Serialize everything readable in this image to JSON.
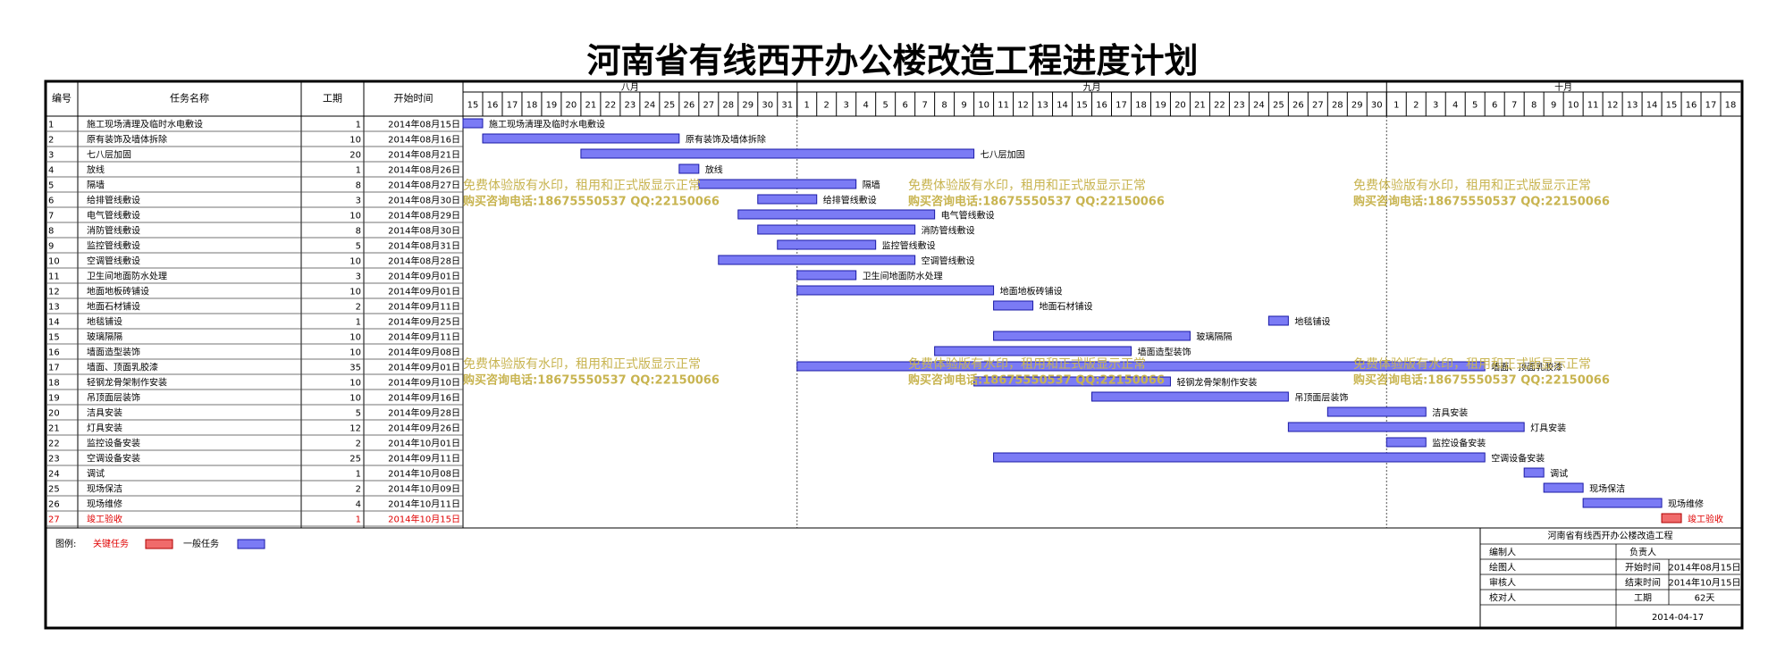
{
  "title": "河南省有线西开办公楼改造工程进度计划",
  "chart_data": {
    "type": "gantt",
    "columns": {
      "id": "编号",
      "name": "任务名称",
      "duration": "工期",
      "start": "开始时间"
    },
    "months": [
      {
        "label": "八月",
        "year": 2014,
        "month": 8,
        "first_day": 15,
        "last_day": 31
      },
      {
        "label": "九月",
        "year": 2014,
        "month": 9,
        "first_day": 1,
        "last_day": 30
      },
      {
        "label": "十月",
        "year": 2014,
        "month": 10,
        "first_day": 1,
        "last_day": 18
      }
    ],
    "tasks": [
      {
        "id": "1",
        "name": "施工现场清理及临时水电敷设",
        "duration": 1,
        "start_label": "2014年08月15日",
        "start": "2014-08-15",
        "critical": false
      },
      {
        "id": "2",
        "name": "原有装饰及墙体拆除",
        "duration": 10,
        "start_label": "2014年08月16日",
        "start": "2014-08-16",
        "critical": false
      },
      {
        "id": "3",
        "name": "七八层加固",
        "duration": 20,
        "start_label": "2014年08月21日",
        "start": "2014-08-21",
        "critical": false
      },
      {
        "id": "4",
        "name": "放线",
        "duration": 1,
        "start_label": "2014年08月26日",
        "start": "2014-08-26",
        "critical": false
      },
      {
        "id": "5",
        "name": "隔墙",
        "duration": 8,
        "start_label": "2014年08月27日",
        "start": "2014-08-27",
        "critical": false
      },
      {
        "id": "6",
        "name": "给排管线敷设",
        "duration": 3,
        "start_label": "2014年08月30日",
        "start": "2014-08-30",
        "critical": false
      },
      {
        "id": "7",
        "name": "电气管线敷设",
        "duration": 10,
        "start_label": "2014年08月29日",
        "start": "2014-08-29",
        "critical": false
      },
      {
        "id": "8",
        "name": "消防管线敷设",
        "duration": 8,
        "start_label": "2014年08月30日",
        "start": "2014-08-30",
        "critical": false
      },
      {
        "id": "9",
        "name": "监控管线敷设",
        "duration": 5,
        "start_label": "2014年08月31日",
        "start": "2014-08-31",
        "critical": false
      },
      {
        "id": "10",
        "name": "空调管线敷设",
        "duration": 10,
        "start_label": "2014年08月28日",
        "start": "2014-08-28",
        "critical": false
      },
      {
        "id": "11",
        "name": "卫生间地面防水处理",
        "duration": 3,
        "start_label": "2014年09月01日",
        "start": "2014-09-01",
        "critical": false
      },
      {
        "id": "12",
        "name": "地面地板砖铺设",
        "duration": 10,
        "start_label": "2014年09月01日",
        "start": "2014-09-01",
        "critical": false
      },
      {
        "id": "13",
        "name": "地面石材铺设",
        "duration": 2,
        "start_label": "2014年09月11日",
        "start": "2014-09-11",
        "critical": false
      },
      {
        "id": "14",
        "name": "地毯铺设",
        "duration": 1,
        "start_label": "2014年09月25日",
        "start": "2014-09-25",
        "critical": false
      },
      {
        "id": "15",
        "name": "玻璃隔隔",
        "duration": 10,
        "start_label": "2014年09月11日",
        "start": "2014-09-11",
        "critical": false
      },
      {
        "id": "16",
        "name": "墙面造型装饰",
        "duration": 10,
        "start_label": "2014年09月08日",
        "start": "2014-09-08",
        "critical": false
      },
      {
        "id": "17",
        "name": "墙面、顶面乳胶漆",
        "duration": 35,
        "start_label": "2014年09月01日",
        "start": "2014-09-01",
        "critical": false
      },
      {
        "id": "18",
        "name": "轻钢龙骨架制作安装",
        "duration": 10,
        "start_label": "2014年09月10日",
        "start": "2014-09-10",
        "critical": false
      },
      {
        "id": "19",
        "name": "吊顶面层装饰",
        "duration": 10,
        "start_label": "2014年09月16日",
        "start": "2014-09-16",
        "critical": false
      },
      {
        "id": "20",
        "name": "洁具安装",
        "duration": 5,
        "start_label": "2014年09月28日",
        "start": "2014-09-28",
        "critical": false
      },
      {
        "id": "21",
        "name": "灯具安装",
        "duration": 12,
        "start_label": "2014年09月26日",
        "start": "2014-09-26",
        "critical": false
      },
      {
        "id": "22",
        "name": "监控设备安装",
        "duration": 2,
        "start_label": "2014年10月01日",
        "start": "2014-10-01",
        "critical": false
      },
      {
        "id": "23",
        "name": "空调设备安装",
        "duration": 25,
        "start_label": "2014年09月11日",
        "start": "2014-09-11",
        "critical": false
      },
      {
        "id": "24",
        "name": "调试",
        "duration": 1,
        "start_label": "2014年10月08日",
        "start": "2014-10-08",
        "critical": false
      },
      {
        "id": "25",
        "name": "现场保洁",
        "duration": 2,
        "start_label": "2014年10月09日",
        "start": "2014-10-09",
        "critical": false
      },
      {
        "id": "26",
        "name": "现场维修",
        "duration": 4,
        "start_label": "2014年10月11日",
        "start": "2014-10-11",
        "critical": false
      },
      {
        "id": "27",
        "name": "竣工验收",
        "duration": 1,
        "start_label": "2014年10月15日",
        "start": "2014-10-15",
        "critical": true
      }
    ],
    "legend": {
      "label": "图例:",
      "critical": "关键任务",
      "normal": "一般任务"
    },
    "colors": {
      "normal_bar": "#7b7bf5",
      "normal_stroke": "#1a1aa6",
      "critical_bar": "#f06b6b",
      "critical_stroke": "#b00000",
      "critical_text": "#e00000",
      "watermark": "#c8b450"
    },
    "watermark": {
      "line1": "免费体验版有水印，租用和正式版显示正常",
      "line2": "购买咨询电话:18675550537 QQ:22150066"
    },
    "info_box": {
      "title": "河南省有线西开办公楼改造工程",
      "editor_label": "编制人",
      "owner_label": "负责人",
      "drawer_label": "绘图人",
      "start_label": "开始时间",
      "start_value": "2014年08月15日",
      "reviewer_label": "审核人",
      "end_label": "结束时间",
      "end_value": "2014年10月15日",
      "checker_label": "校对人",
      "duration_label": "工期",
      "duration_value": "62天",
      "date": "2014-04-17"
    }
  }
}
